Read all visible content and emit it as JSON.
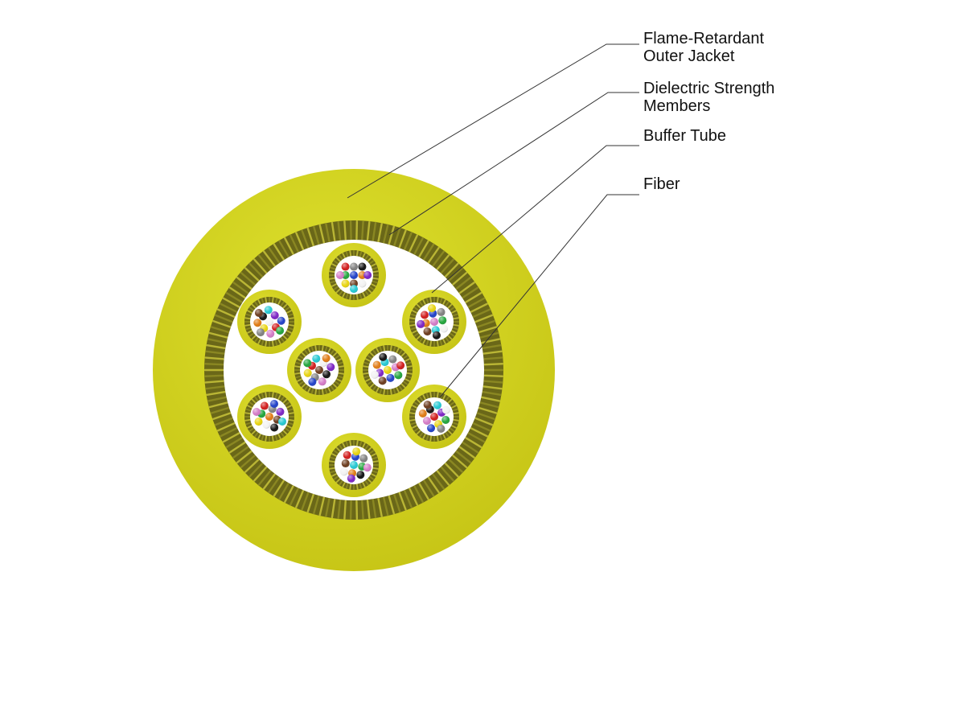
{
  "labels": [
    {
      "id": "jacket",
      "lines": [
        "Flame-Retardant",
        "Outer Jacket"
      ]
    },
    {
      "id": "strength",
      "lines": [
        "Dielectric Strength",
        "Members"
      ]
    },
    {
      "id": "buffer",
      "lines": [
        "Buffer Tube"
      ]
    },
    {
      "id": "fiber",
      "lines": [
        "Fiber"
      ]
    }
  ],
  "colors": {
    "jacket_light": "#d9dc2a",
    "jacket_dark": "#c6c614",
    "strength_dark": "#5c5a12",
    "strength_light": "#b9b535",
    "core_background": "#ffffff",
    "leader_line": "#333333"
  },
  "buffer_tube_count": 8,
  "fibers_per_tube": 12,
  "fiber_colors": [
    "#1e3fc8",
    "#e07a12",
    "#1fa43a",
    "#6a3a1c",
    "#808080",
    "#f2f2f2",
    "#d11a1a",
    "#111111",
    "#e8d40d",
    "#7b22c4",
    "#d47ac6",
    "#22c8d2"
  ]
}
